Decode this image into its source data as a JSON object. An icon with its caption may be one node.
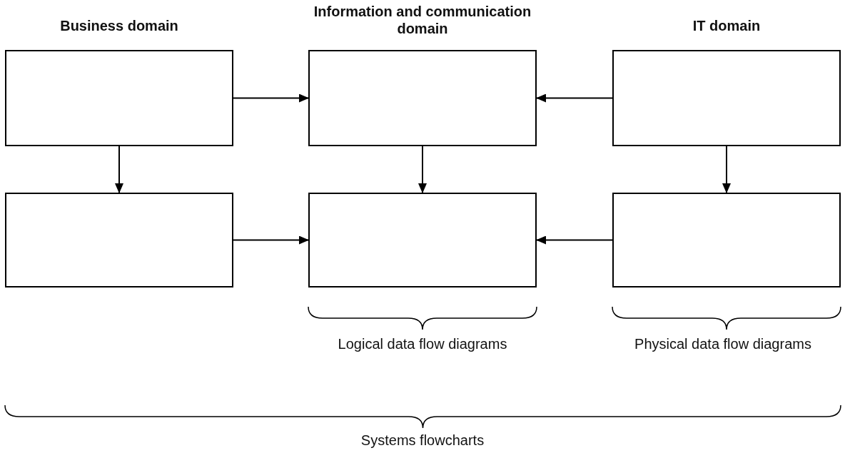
{
  "diagram": {
    "nodes": [
      {
        "text": [],
        "shape": "box"
      },
      {
        "text": [],
        "shape": "box"
      },
      {
        "text": [],
        "shape": "box"
      },
      {
        "text": [],
        "shape": "box"
      },
      {
        "text": [],
        "shape": "box"
      },
      {
        "text": [],
        "shape": "box"
      }
    ],
    "edges": [
      {
        "from": 0,
        "to": 1,
        "arrow": "to"
      },
      {
        "from": 2,
        "to": 1,
        "arrow": "to"
      },
      {
        "from": 0,
        "to": 3,
        "arrow": "to"
      },
      {
        "from": 1,
        "to": 4,
        "arrow": "to"
      },
      {
        "from": 2,
        "to": 5,
        "arrow": "to"
      },
      {
        "from": 3,
        "to": 4,
        "arrow": "to"
      },
      {
        "from": 5,
        "to": 4,
        "arrow": "to"
      }
    ],
    "labels": [
      "Business domain",
      "Information and communication domain",
      "IT domain",
      "Logical data flow diagrams",
      "Physical data flow diagrams",
      "Systems flowcharts"
    ]
  }
}
